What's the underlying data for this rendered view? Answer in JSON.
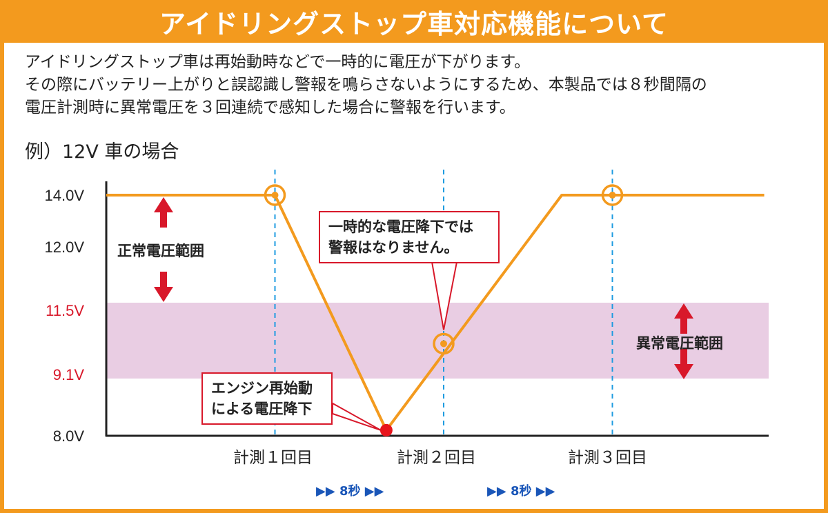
{
  "title": "アイドリングストップ車対応機能について",
  "description": [
    "アイドリングストップ車は再始動時などで一時的に電圧が下がります。",
    "その際にバッテリー上がりと誤認識し警報を鳴らさないようにするため、本製品では８秒間隔の",
    "電圧計測時に異常電圧を３回連続で感知した場合に警報を行います。"
  ],
  "example_label": "例）12V 車の場合",
  "chart_data": {
    "type": "line",
    "y_ticks": [
      {
        "label": "14.0V",
        "value": 14.0,
        "highlight": false
      },
      {
        "label": "12.0V",
        "value": 12.0,
        "highlight": false
      },
      {
        "label": "11.5V",
        "value": 11.5,
        "highlight": true
      },
      {
        "label": "9.1V",
        "value": 9.1,
        "highlight": true
      },
      {
        "label": "8.0V",
        "value": 8.0,
        "highlight": false
      }
    ],
    "x_ticks": [
      "計測１回目",
      "計測２回目",
      "計測３回目"
    ],
    "voltage_line": [
      {
        "t": 0.0,
        "v": 14.0
      },
      {
        "t": 1.0,
        "v": 14.0
      },
      {
        "t": 1.66,
        "v": 8.1
      },
      {
        "t": 2.7,
        "v": 14.0
      },
      {
        "t": 3.0,
        "v": 14.0
      },
      {
        "t": 3.9,
        "v": 14.0
      }
    ],
    "measurements": [
      {
        "t": 1.0,
        "v": 14.0
      },
      {
        "t": 2.0,
        "v": 10.25
      },
      {
        "t": 3.0,
        "v": 14.0
      }
    ],
    "low_point": {
      "t": 1.66,
      "v": 8.1
    },
    "abnormal_band": [
      9.1,
      11.5
    ],
    "normal_range_label": "正常電圧範囲",
    "abnormal_range_label": "異常電圧範囲",
    "callout_drop": [
      "エンジン再始動",
      "による電圧降下"
    ],
    "callout_temporary": [
      "一時的な電圧降下では",
      "警報はなりません。"
    ],
    "interval_label": "8秒",
    "colors": {
      "line": "#f39a1e",
      "band": "#e9cde3",
      "gridline": "#1d9be0",
      "arrow": "#d8182a",
      "low_dot": "#e8141c",
      "highlight_text": "#d8182a",
      "interval": "#1a56b8"
    }
  }
}
